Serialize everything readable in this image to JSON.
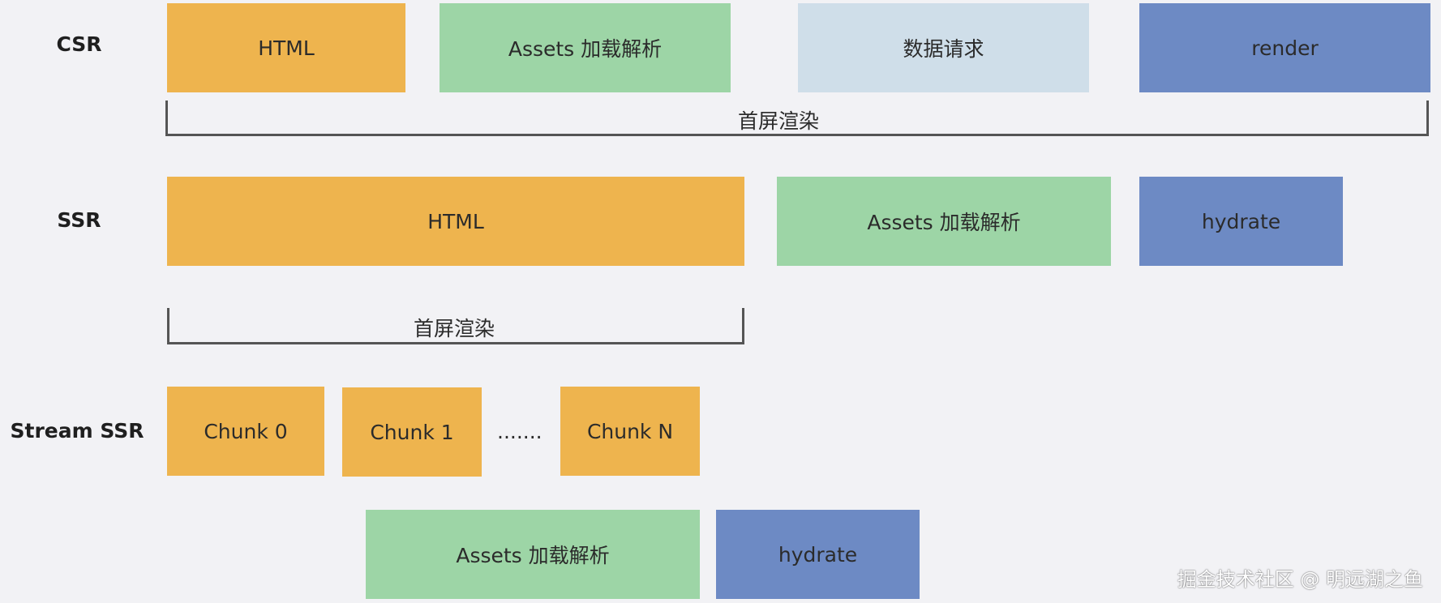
{
  "rows": {
    "csr": {
      "label": "CSR",
      "blocks": [
        "HTML",
        "Assets 加载解析",
        "数据请求",
        "render"
      ],
      "bracket_label": "首屏渲染"
    },
    "ssr": {
      "label": "SSR",
      "blocks": [
        "HTML",
        "Assets 加载解析",
        "hydrate"
      ],
      "bracket_label": "首屏渲染"
    },
    "stream_ssr": {
      "label": "Stream SSR",
      "chunks": [
        "Chunk 0",
        "Chunk 1",
        "Chunk N"
      ],
      "ellipsis": ".......",
      "blocks": [
        "Assets 加载解析",
        "hydrate"
      ]
    }
  },
  "colors": {
    "html": "#eeb44e",
    "assets": "#9dd5a6",
    "data_request": "#cfdee9",
    "render": "#6d8ac4",
    "background": "#f2f2f5"
  },
  "watermark": "掘金技术社区 @ 明远湖之鱼"
}
